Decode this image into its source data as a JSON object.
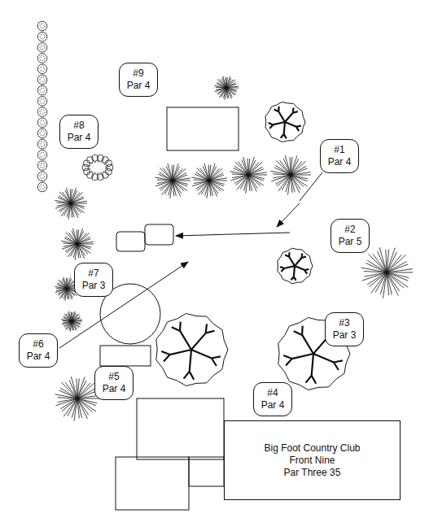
{
  "diagram": {
    "nodes": [
      {
        "text": [
          "#9",
          "Par 4"
        ]
      },
      {
        "text": [
          "#8",
          "Par 4"
        ]
      },
      {
        "text": [
          "#1",
          "Par 4"
        ]
      },
      {
        "text": [
          "#2",
          "Par 5"
        ]
      },
      {
        "text": [
          "#7",
          "Par 3"
        ]
      },
      {
        "text": [
          "#6",
          "Par 4"
        ]
      },
      {
        "text": [
          "#3",
          "Par 3"
        ]
      },
      {
        "text": [
          "#5",
          "Par 4"
        ]
      },
      {
        "text": [
          "#4",
          "Par 4"
        ]
      },
      {
        "text": [
          "Big Foot Country Club",
          "Front Nine",
          "Par Three 35"
        ]
      }
    ]
  }
}
